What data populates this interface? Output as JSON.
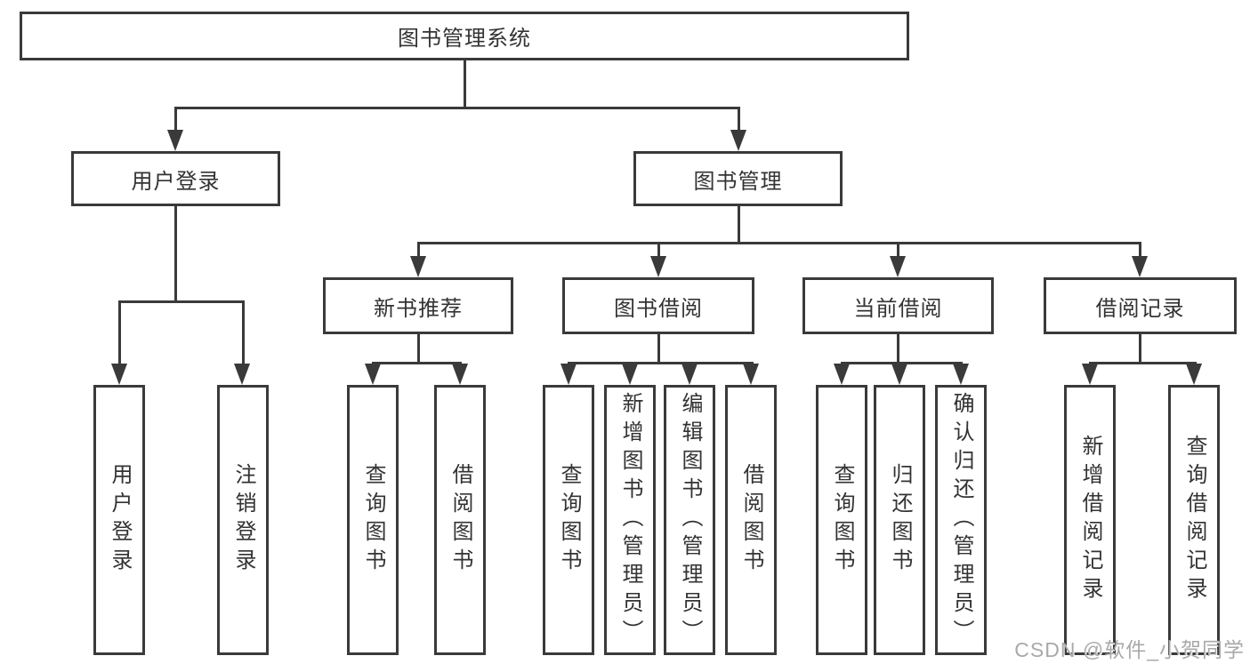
{
  "diagram": {
    "root": {
      "label": "图书管理系统"
    },
    "level2": [
      {
        "id": "user-login",
        "label": "用户登录"
      },
      {
        "id": "book-management",
        "label": "图书管理"
      }
    ],
    "level3": [
      {
        "id": "new-book-recommend",
        "label": "新书推荐",
        "parent": "book-management"
      },
      {
        "id": "book-borrow",
        "label": "图书借阅",
        "parent": "book-management"
      },
      {
        "id": "current-borrow",
        "label": "当前借阅",
        "parent": "book-management"
      },
      {
        "id": "borrow-records",
        "label": "借阅记录",
        "parent": "book-management"
      }
    ],
    "leaves": [
      {
        "parent": "user-login",
        "label": "用户登录"
      },
      {
        "parent": "user-login",
        "label": "注销登录"
      },
      {
        "parent": "new-book-recommend",
        "label": "查询图书"
      },
      {
        "parent": "new-book-recommend",
        "label": "借阅图书"
      },
      {
        "parent": "book-borrow",
        "label": "查询图书"
      },
      {
        "parent": "book-borrow",
        "label": "新增图书（管理员）"
      },
      {
        "parent": "book-borrow",
        "label": "编辑图书（管理员）"
      },
      {
        "parent": "book-borrow",
        "label": "借阅图书"
      },
      {
        "parent": "current-borrow",
        "label": "查询图书"
      },
      {
        "parent": "current-borrow",
        "label": "归还图书"
      },
      {
        "parent": "current-borrow",
        "label": "确认归还（管理员）"
      },
      {
        "parent": "borrow-records",
        "label": "新增借阅记录"
      },
      {
        "parent": "borrow-records",
        "label": "查询借阅记录"
      }
    ]
  },
  "watermark": {
    "text": "CSDN @软件_小贺同学"
  },
  "colors": {
    "line": "#3a3a3a",
    "text": "#333333",
    "background": "#ffffff",
    "watermark": "#a9a9a9"
  }
}
